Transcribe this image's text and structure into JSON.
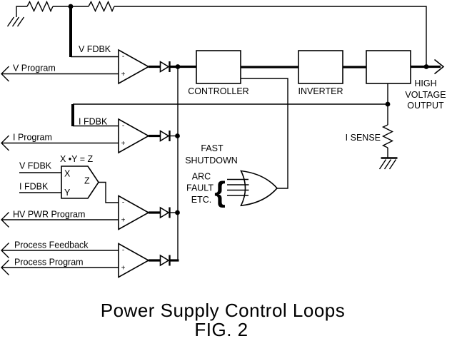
{
  "title": {
    "main": "Power Supply Control Loops",
    "fig": "FIG. 2"
  },
  "blocks": {
    "controller": "CONTROLLER",
    "inverter": "INVERTER"
  },
  "outputs": {
    "high_voltage": [
      "HIGH",
      "VOLTAGE",
      "OUTPUT"
    ]
  },
  "inputs": {
    "v_program": "V Program",
    "i_program": "I Program",
    "hv_pwr_program": "HV PWR Program",
    "process_feedback": "Process Feedback",
    "process_program": "Process Program"
  },
  "feedback": {
    "v_fdbk": "V FDBK",
    "i_fdbk": "I FDBK",
    "i_sense": "I SENSE"
  },
  "multiplier": {
    "equation": "X •Y = Z",
    "in_x": "X",
    "in_y": "Y",
    "out_z": "Z"
  },
  "opamps": {
    "minus": "-",
    "plus": "+"
  },
  "shutdown": {
    "fast": "FAST",
    "shutdown": "SHUTDOWN",
    "arc": "ARC",
    "fault": "FAULT",
    "etc": "ETC.",
    "brace": "{"
  },
  "colors": {
    "ink": "#000000",
    "background": "#ffffff"
  }
}
